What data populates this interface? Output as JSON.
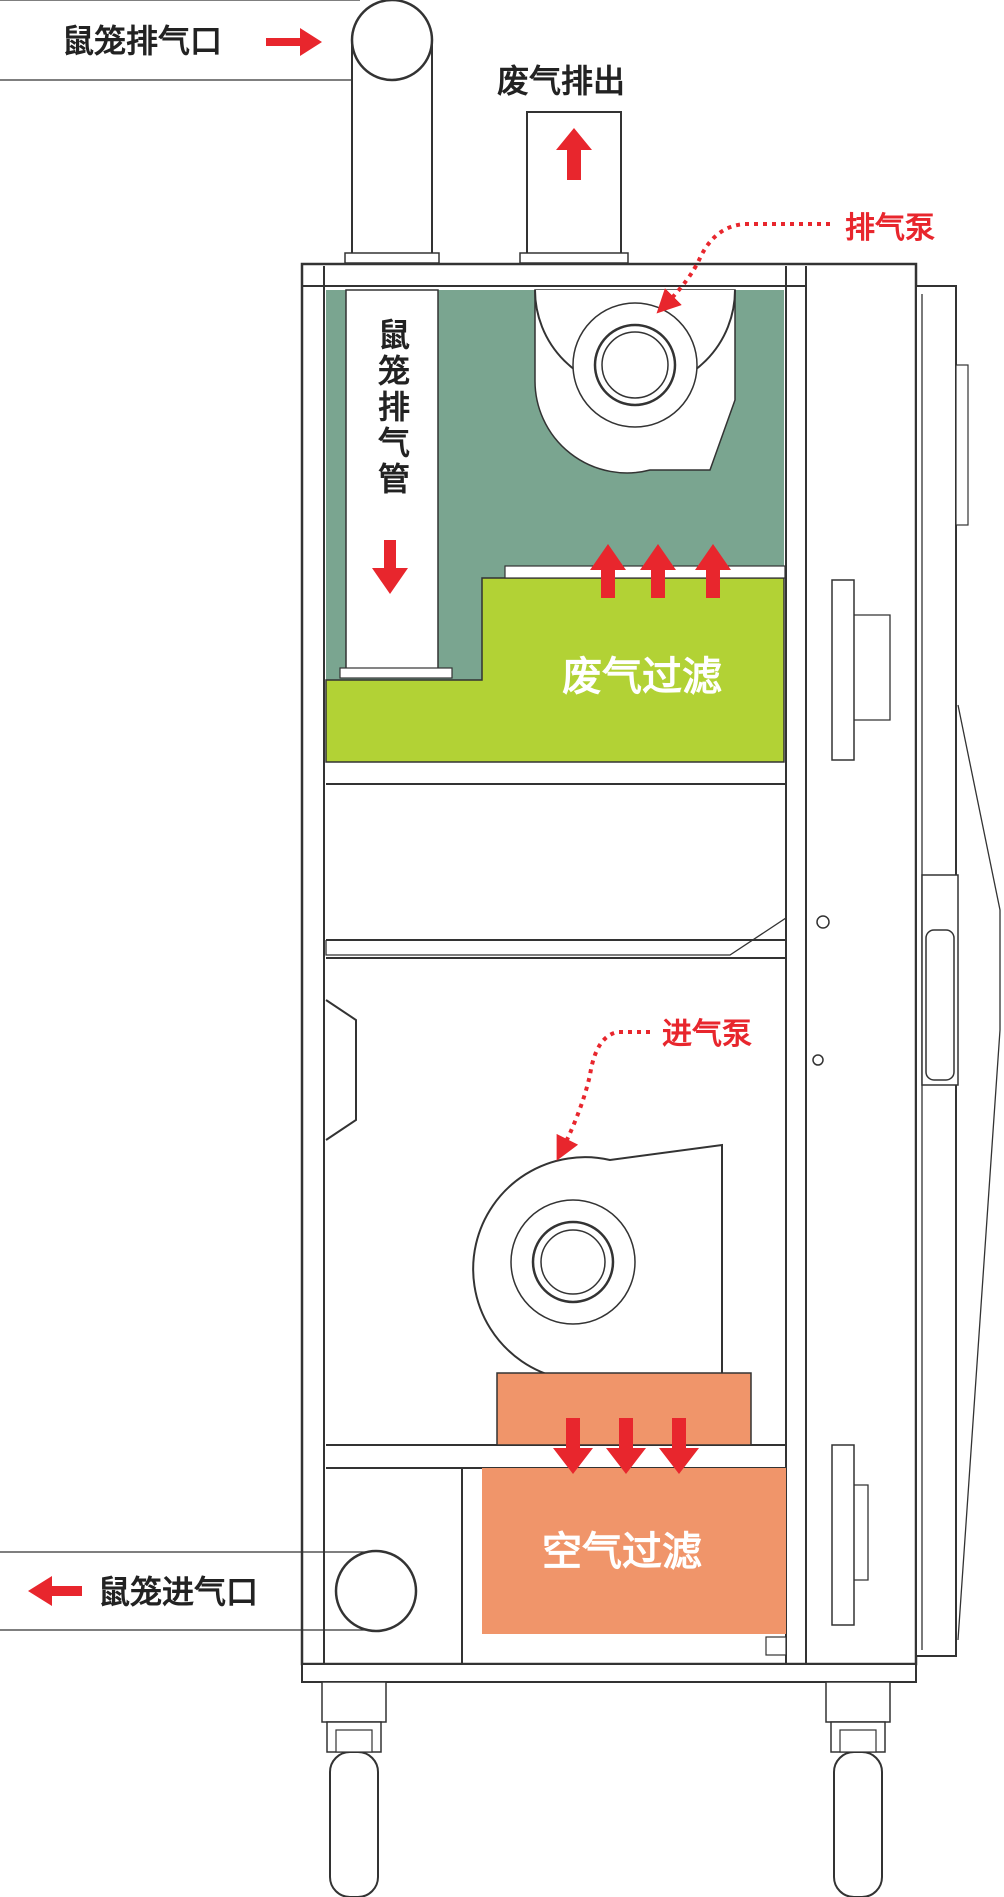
{
  "labels": {
    "cage_exhaust_port": "鼠笼排气口",
    "exhaust_out": "废气排出",
    "exhaust_pump": "排气泵",
    "cage_exhaust_pipe": "鼠笼排气管",
    "exhaust_filter": "废气过滤",
    "intake_pump": "进气泵",
    "air_filter": "空气过滤",
    "cage_intake_port": "鼠笼进气口"
  },
  "colors": {
    "arrow": "#e8262d",
    "exhaust_chamber": "#7aa590",
    "exhaust_filter": "#b2d235",
    "air_filter": "#f0956a",
    "outline": "#333333"
  },
  "icons": [
    "arrow-right-icon",
    "arrow-up-icon",
    "arrow-down-icon",
    "arrow-left-icon",
    "dotted-curved-arrow-icon"
  ]
}
